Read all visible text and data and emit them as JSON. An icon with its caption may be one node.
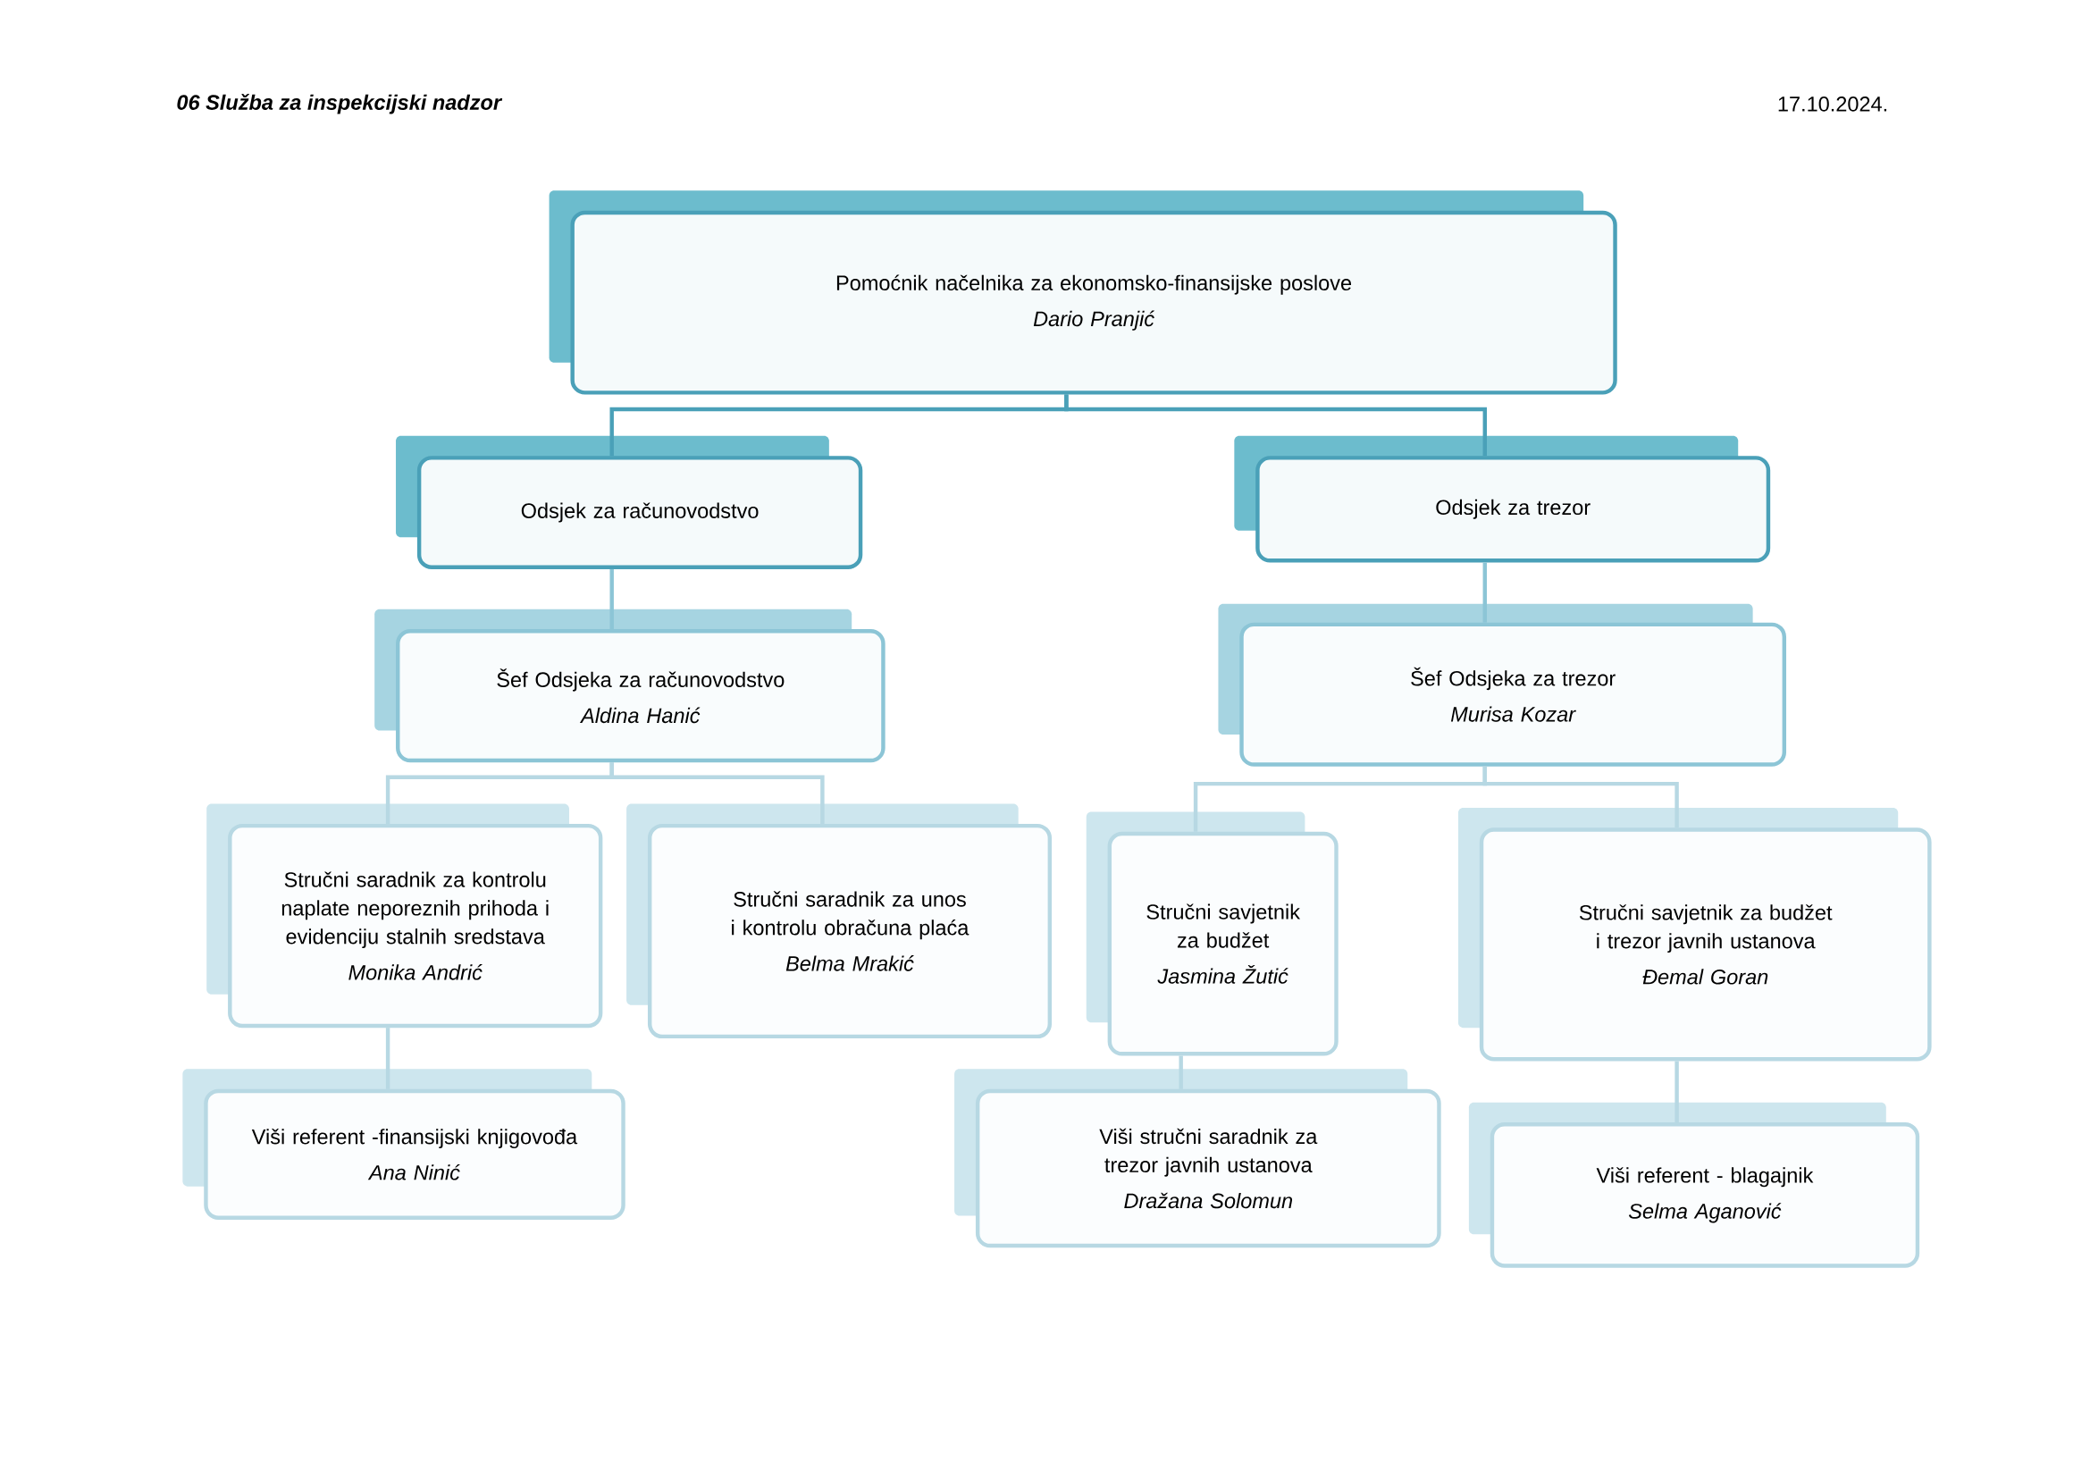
{
  "diagram": {
    "title": "06 Služba za inspekcijski nadzor",
    "nodes": [
      {
        "text": [
          "Pomoćnik načelnika za ekonomsko-finansijske poslove",
          "Dario Pranjić"
        ]
      },
      {
        "text": [
          "Odsjek za računovodstvo"
        ]
      },
      {
        "text": [
          "Odsjek za trezor"
        ]
      },
      {
        "text": [
          "Šef Odsjeka za računovodstvo",
          "Aldina Hanić"
        ]
      },
      {
        "text": [
          "Šef Odsjeka za trezor",
          "Murisa Kozar"
        ]
      },
      {
        "text": [
          "Stručni saradnik za kontrolu naplate neporeznih prihoda i evidenciju stalnih sredstava",
          "Monika Andrić"
        ]
      },
      {
        "text": [
          "Stručni saradnik za unos i kontrolu obračuna plaća",
          "Belma Mrakić"
        ]
      },
      {
        "text": [
          "Stručni savjetnik za budžet",
          "Jasmina Žutić"
        ]
      },
      {
        "text": [
          "Stručni savjetnik za budžet i trezor javnih ustanova",
          "Đemal Goran"
        ]
      },
      {
        "text": [
          "Viši referent -finansijski knjigovođa",
          "Ana Ninić"
        ]
      },
      {
        "text": [
          "Viši stručni saradnik za trezor javnih ustanova",
          "Dražana Solomun"
        ]
      },
      {
        "text": [
          "Viši referent - blagajnik",
          "Selma Aganović"
        ]
      }
    ],
    "edges": [
      {
        "from": 0,
        "to": 1,
        "arrow": "none",
        "color": "#4aa0b8"
      },
      {
        "from": 0,
        "to": 2,
        "arrow": "none",
        "color": "#4aa0b8"
      },
      {
        "from": 1,
        "to": 3,
        "arrow": "none",
        "color": "#8cc5d6"
      },
      {
        "from": 2,
        "to": 4,
        "arrow": "none",
        "color": "#8cc5d6"
      },
      {
        "from": 3,
        "to": 5,
        "arrow": "none"
      },
      {
        "from": 3,
        "to": 6,
        "arrow": "none"
      },
      {
        "from": 4,
        "to": 7,
        "arrow": "none"
      },
      {
        "from": 4,
        "to": 8,
        "arrow": "none"
      },
      {
        "from": 5,
        "to": 9,
        "arrow": "none"
      },
      {
        "from": 7,
        "to": 10,
        "arrow": "none"
      },
      {
        "from": 8,
        "to": 11,
        "arrow": "none"
      }
    ],
    "labels": [
      "17.10.2024."
    ]
  }
}
